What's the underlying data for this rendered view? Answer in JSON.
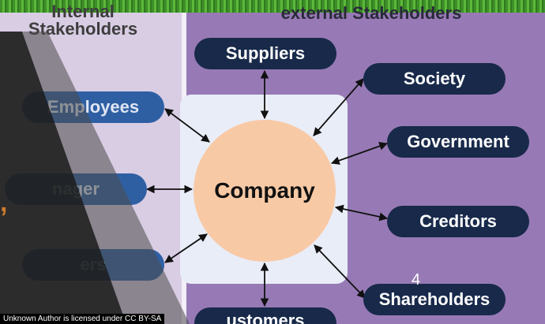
{
  "headings": {
    "internal": "Internal\nStakeholders",
    "external": "external Stakeholders"
  },
  "center": {
    "label": "Company"
  },
  "internal_items": [
    "Employees",
    "nager",
    "ers"
  ],
  "external_items": {
    "suppliers": "Suppliers",
    "society": "Society",
    "government": "Government",
    "creditors": "Creditors",
    "shareholders": "Shareholders",
    "customers": "ustomers"
  },
  "slide_number": "4",
  "credit_text": "Unknown Author is licensed under CC BY-SA",
  "overlay_fragment": ",",
  "colors": {
    "pill_dark": "#18294a",
    "pill_internal": "#2f5fa3",
    "company_fill": "#f8c9a5",
    "external_panel": "#977ab5",
    "internal_panel": "#d9cde4",
    "overlay": "#1f1f1f"
  }
}
